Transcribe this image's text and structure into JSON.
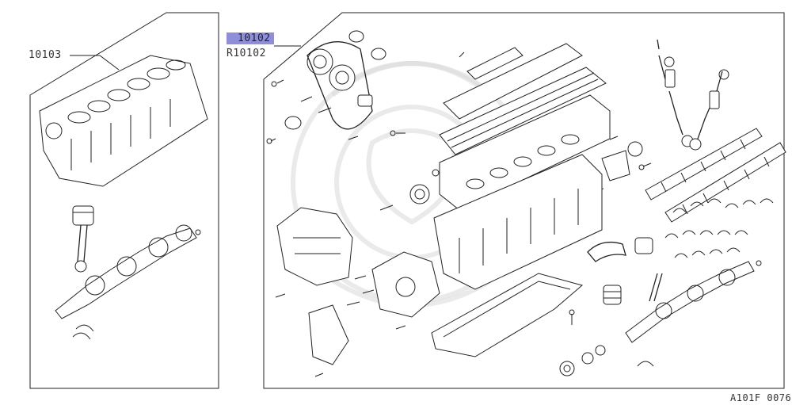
{
  "labels": {
    "part_left": "10103",
    "part_selected": "10102",
    "part_alt": "R10102",
    "diagram_code": "A101F 0076"
  },
  "colors": {
    "highlight": "#8f8fd9",
    "line": "#222222",
    "watermark": "#d9d9d9"
  }
}
